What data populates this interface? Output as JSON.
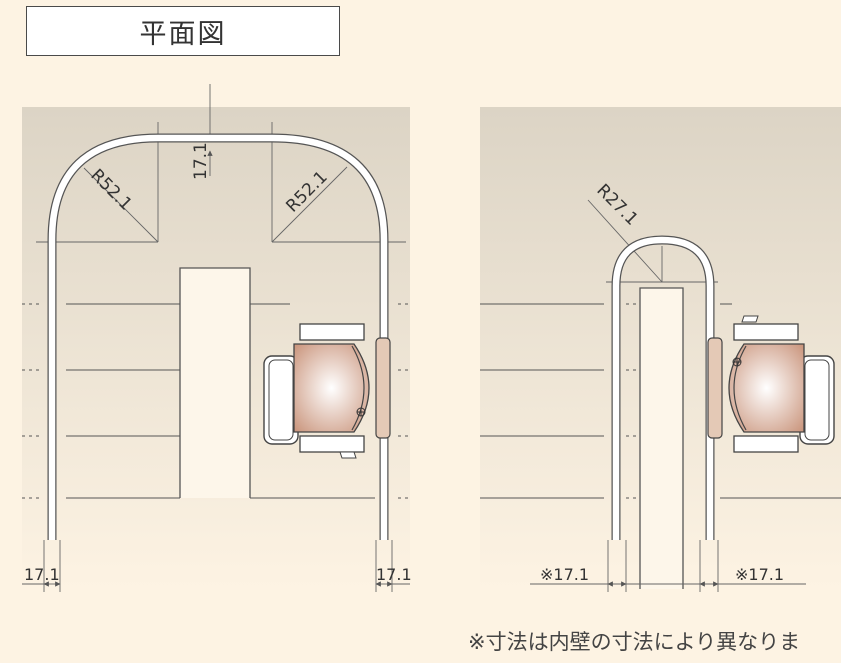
{
  "title": "平面図",
  "note": "※寸法は内壁の寸法により異なりま",
  "left_plan": {
    "radius_left": "R52.1",
    "radius_right": "R52.1",
    "top_gap": "17.1",
    "bottom_left": "17.1",
    "bottom_right": "17.1"
  },
  "right_plan": {
    "radius": "R27.1",
    "bottom_left": "※17.1",
    "bottom_right": "※17.1"
  },
  "colors": {
    "background": "#fdf3e3",
    "floor_top": "#ddd5c6",
    "line": "#555555",
    "seat_accent": "#c98f73"
  }
}
